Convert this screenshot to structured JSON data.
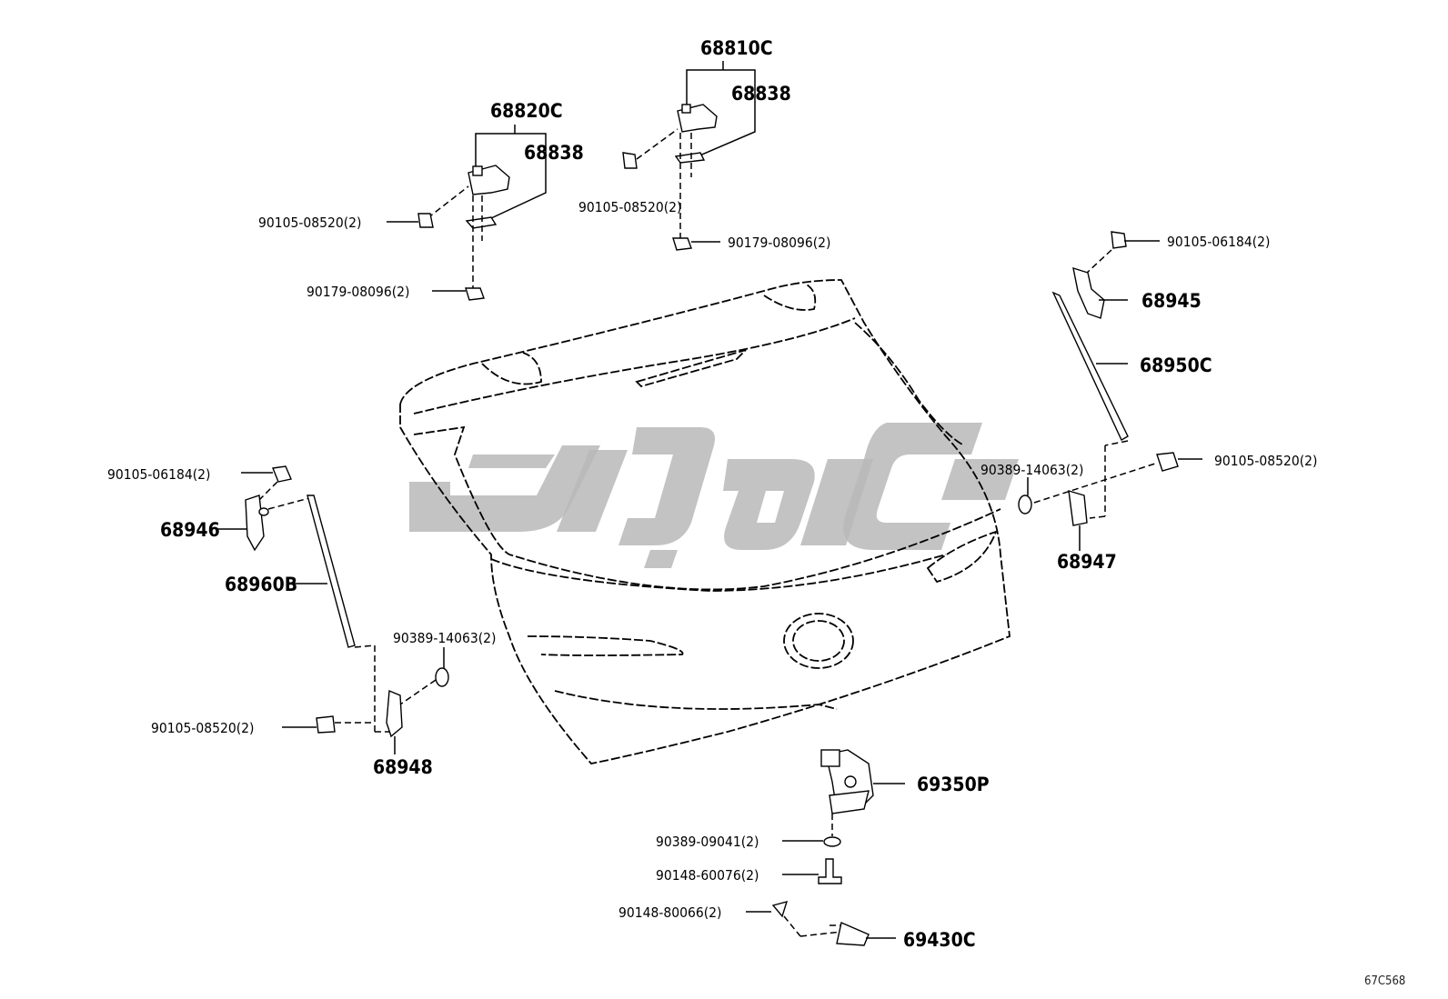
{
  "diagram": {
    "reference_code": "67C568",
    "labels": {
      "hinge_rh_assy": "68810C",
      "hinge_rh_gasket": "68838",
      "hinge_lh_assy": "68820C",
      "hinge_lh_gasket": "68838",
      "bolt_hinge_lh": "90105-08520(2)",
      "nut_hinge_lh": "90179-08096(2)",
      "bolt_hinge_rh": "90105-08520(2)",
      "nut_hinge_rh": "90179-08096(2)",
      "bolt_upper_rh": "90105-06184(2)",
      "bracket_upper_rh": "68945",
      "stay_rh": "68950C",
      "washer_lower_rh": "90389-14063(2)",
      "bolt_lower_rh": "90105-08520(2)",
      "bracket_lower_rh": "68947",
      "bolt_upper_lh": "90105-06184(2)",
      "bracket_upper_lh": "68946",
      "stay_lh": "68960B",
      "washer_lower_lh": "90389-14063(2)",
      "bolt_lower_lh": "90105-08520(2)",
      "bracket_lower_lh": "68948",
      "lock_assy": "69350P",
      "lock_washer": "90389-09041(2)",
      "lock_bolt": "90148-60076(2)",
      "striker_bolt": "90148-80066(2)",
      "striker": "69430C"
    },
    "watermark_color": "#b8b8b8",
    "line_color": "#000000"
  }
}
